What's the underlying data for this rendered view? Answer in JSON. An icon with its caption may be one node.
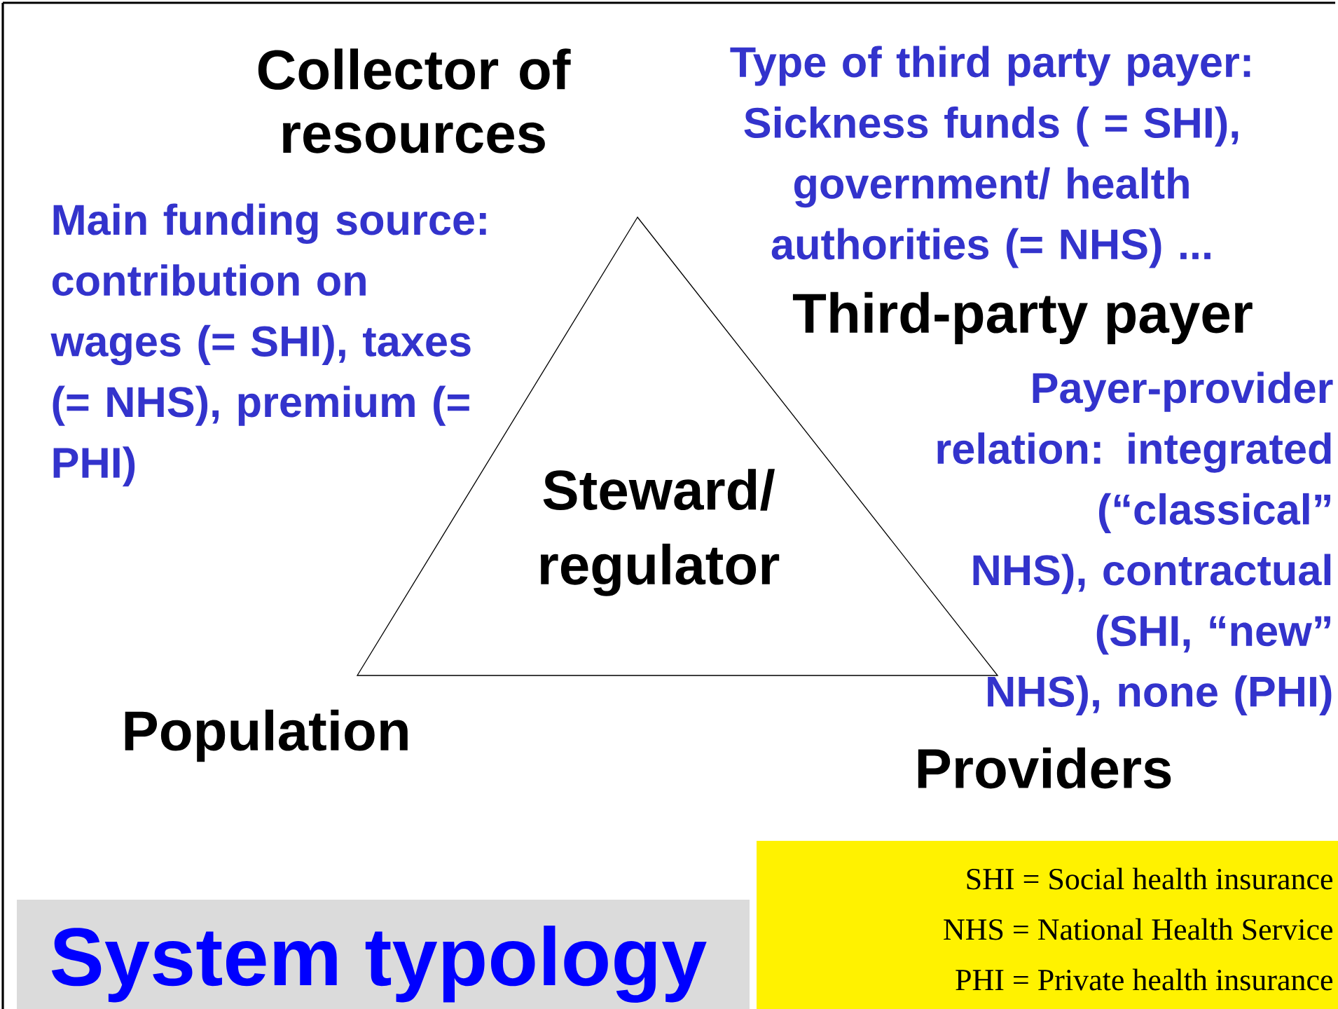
{
  "diagram": {
    "title": "System typology",
    "nodes": [
      {
        "text": [
          "Steward/ regulator"
        ]
      }
    ],
    "labels": [
      "Collector of resources",
      "Type of third party payer: Sickness funds ( = SHI), government/ health authorities (= NHS) ...",
      "Main funding source: contribution on wages (= SHI), taxes (= NHS), premium (= PHI)",
      "Third-party payer",
      "Payer-provider relation: integrated (“classical” NHS), contractual (SHI, “new” NHS), none (PHI)",
      "Population",
      "Providers",
      "SHI = Social health insurance",
      "NHS = National Health Service",
      "PHI = Private health insurance"
    ]
  }
}
